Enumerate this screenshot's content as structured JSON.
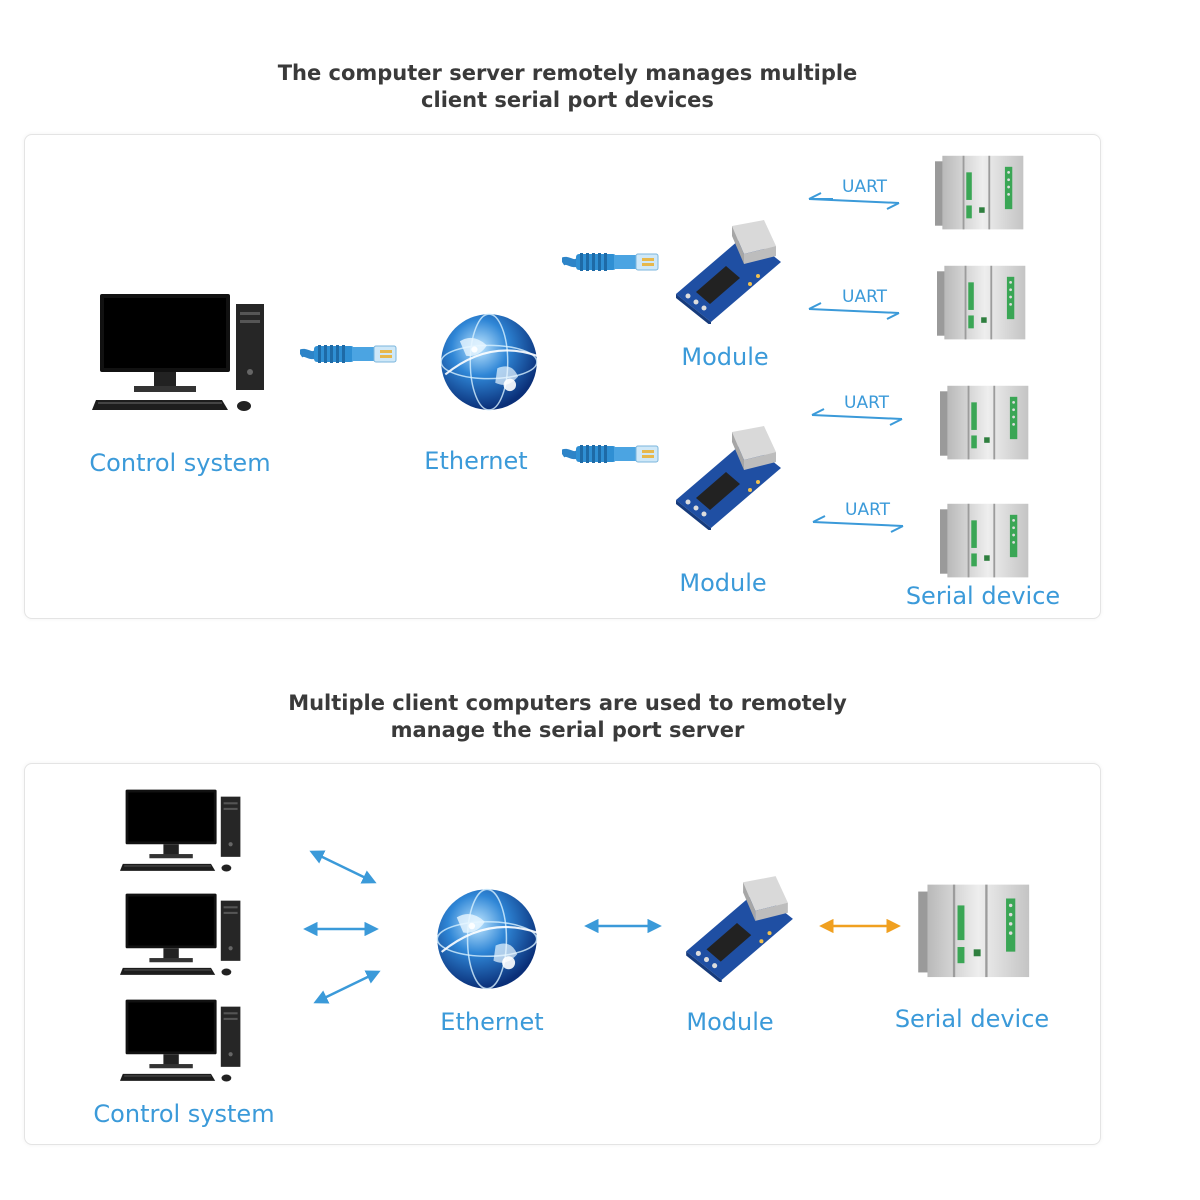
{
  "diagrams": [
    {
      "title_line1": "The computer server remotely manages multiple",
      "title_line2": "client serial port devices",
      "labels": {
        "control_system": "Control system",
        "ethernet": "Ethernet",
        "module_top": "Module",
        "module_bottom": "Module",
        "serial_device": "Serial device"
      },
      "uart_links": [
        "UART",
        "UART",
        "UART",
        "UART"
      ]
    },
    {
      "title_line1": "Multiple client computers are used to remotely",
      "title_line2": "manage the serial port server",
      "labels": {
        "control_system": "Control system",
        "ethernet": "Ethernet",
        "module": "Module",
        "serial_device": "Serial device"
      }
    }
  ],
  "colors": {
    "label_blue": "#3b9ad9",
    "arrow_blue": "#3b9ad9",
    "arrow_orange": "#f0a020",
    "heading": "#3a3a3a"
  },
  "icons": [
    "computer-icon",
    "ethernet-cable-icon",
    "globe-icon",
    "module-board-icon",
    "serial-device-icon"
  ]
}
